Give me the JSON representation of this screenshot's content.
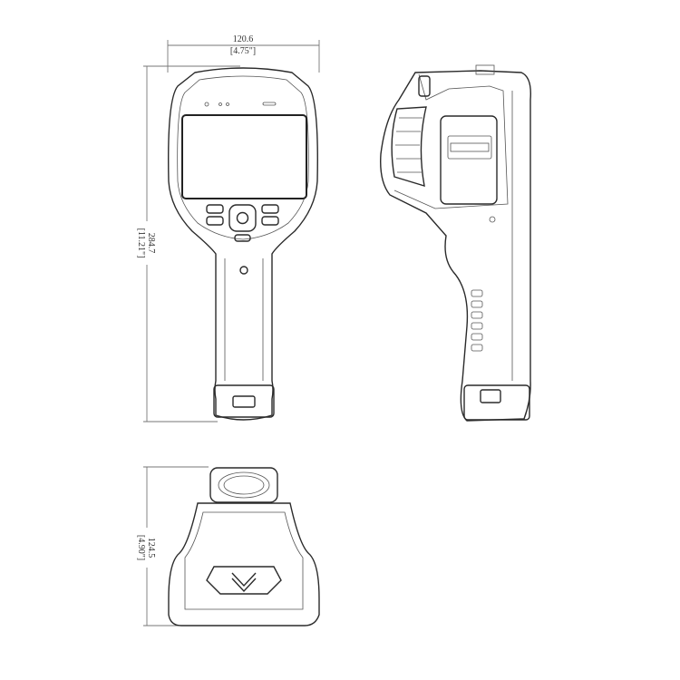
{
  "dimensions": {
    "width": {
      "mm": "120.6",
      "inch": "[4.75\"]"
    },
    "height": {
      "mm": "284.7",
      "inch": "[11.21\"]"
    },
    "depth": {
      "mm": "124.5",
      "inch": "[4.90\"]"
    }
  },
  "colors": {
    "line": "#2a2a2a",
    "dimension": "#777777",
    "background": "#ffffff"
  }
}
